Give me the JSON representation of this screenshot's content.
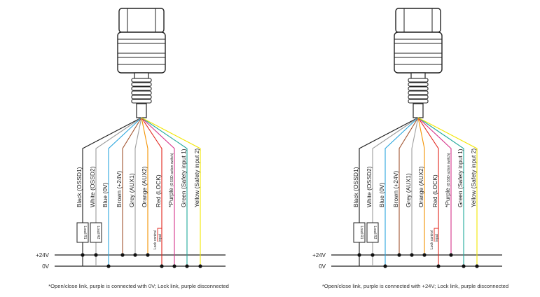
{
  "colors": {
    "black": "#1a1a1a",
    "white": "#9a9a9a",
    "blue": "#2aa6de",
    "brown": "#a0522d",
    "grey": "#9e9e9e",
    "orange": "#f39200",
    "red": "#e2231a",
    "purple": "#d6338a",
    "green": "#1fa89a",
    "yellow": "#f2e600",
    "sensor_body": "#ffffff",
    "outline": "#222222"
  },
  "icons": [
    "sensor-device-icon",
    "load-resistor-icon"
  ],
  "diagrams": [
    {
      "rails": {
        "plus24": "+24V",
        "zero": "0V"
      },
      "wires": [
        {
          "key": "black",
          "label": "Black (OSSD1)"
        },
        {
          "key": "white",
          "label": "White (OSSD2)"
        },
        {
          "key": "blue",
          "label": "Blue (0V)"
        },
        {
          "key": "brown",
          "label": "Brown (+24V)"
        },
        {
          "key": "grey",
          "label": "Grey (AUX1)"
        },
        {
          "key": "orange",
          "label": "Orange (AUX2)"
        },
        {
          "key": "red",
          "label": "Red (LOCK)"
        },
        {
          "key": "purple",
          "label": "*Purple",
          "sublabel": "(OSSD action switch)"
        },
        {
          "key": "green",
          "label": "Green (Safety input 1)"
        },
        {
          "key": "yellow",
          "label": "Yellow (Safety input 2)"
        }
      ],
      "loads": [
        "Load R1",
        "Load R2"
      ],
      "lock_note": [
        "Lock control",
        "input"
      ],
      "purple_rail": "0V",
      "caption": "*Open/close link, purple is connected with 0V; Lock link, purple disconnected"
    },
    {
      "rails": {
        "plus24": "+24V",
        "zero": "0V"
      },
      "wires": [
        {
          "key": "black",
          "label": "Black (OSSD1)"
        },
        {
          "key": "white",
          "label": "White (OSSD2)"
        },
        {
          "key": "blue",
          "label": "Blue (0V)"
        },
        {
          "key": "brown",
          "label": "Brown (+24V)"
        },
        {
          "key": "grey",
          "label": "Grey (AUX1)"
        },
        {
          "key": "orange",
          "label": "Orange (AUX2)"
        },
        {
          "key": "red",
          "label": "Red (LOCK)"
        },
        {
          "key": "purple",
          "label": "*Purple",
          "sublabel": "(OSSD action switch)"
        },
        {
          "key": "green",
          "label": "Green (Safety input 1)"
        },
        {
          "key": "yellow",
          "label": "Yellow (Safety input 2)"
        }
      ],
      "loads": [
        "Load R1",
        "Load R2"
      ],
      "lock_note": [
        "Lock control",
        "input"
      ],
      "purple_rail": "+24V",
      "caption": "*Open/close link, purple is connected with +24V; Lock link, purple disconnected"
    }
  ]
}
